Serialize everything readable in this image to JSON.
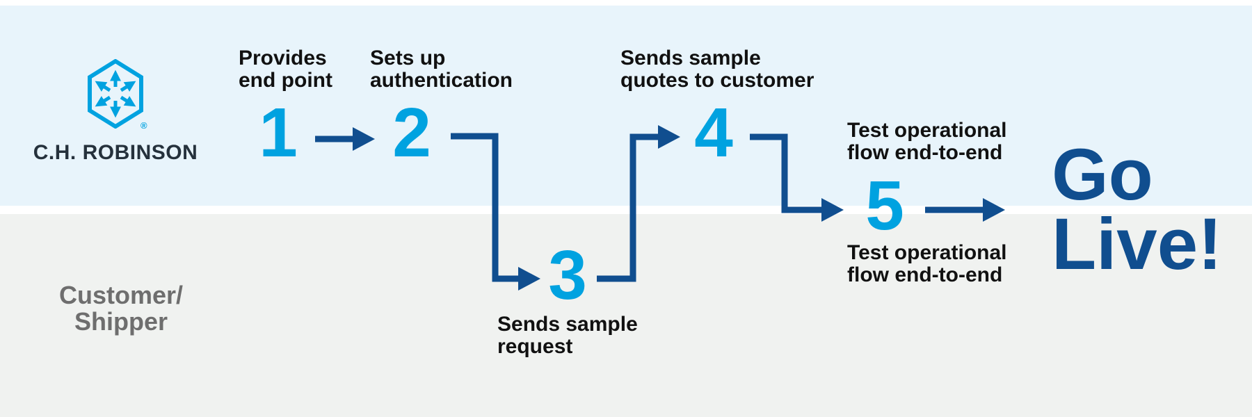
{
  "colors": {
    "accent_cyan": "#00a2e0",
    "arrow_navy": "#104e8f",
    "go_live_navy": "#104e8f",
    "top_lane_bg": "#e8f4fb",
    "bottom_lane_bg": "#f0f2f0",
    "divider": "#ffffff",
    "label_text": "#111111",
    "customer_text": "#6e6e6e",
    "wordmark_text": "#25313c"
  },
  "logo": {
    "icon": "hexagon-arrows-icon",
    "wordmark": "C.H. ROBINSON",
    "registered_mark": "®"
  },
  "lanes": {
    "top_owner": "C.H. ROBINSON",
    "bottom_label": "Customer/\nShipper"
  },
  "steps": [
    {
      "number": "1",
      "label": "Provides\nend point",
      "lane": "top"
    },
    {
      "number": "2",
      "label": "Sets up\nauthentication",
      "lane": "top"
    },
    {
      "number": "3",
      "label": "Sends sample\nrequest",
      "lane": "bottom"
    },
    {
      "number": "4",
      "label": "Sends sample\nquotes to customer",
      "lane": "top"
    },
    {
      "number": "5",
      "label_above": "Test operational\nflow end-to-end",
      "label_below": "Test operational\nflow end-to-end",
      "lane": "boundary"
    }
  ],
  "outcome": {
    "text": "Go\nLive!"
  }
}
